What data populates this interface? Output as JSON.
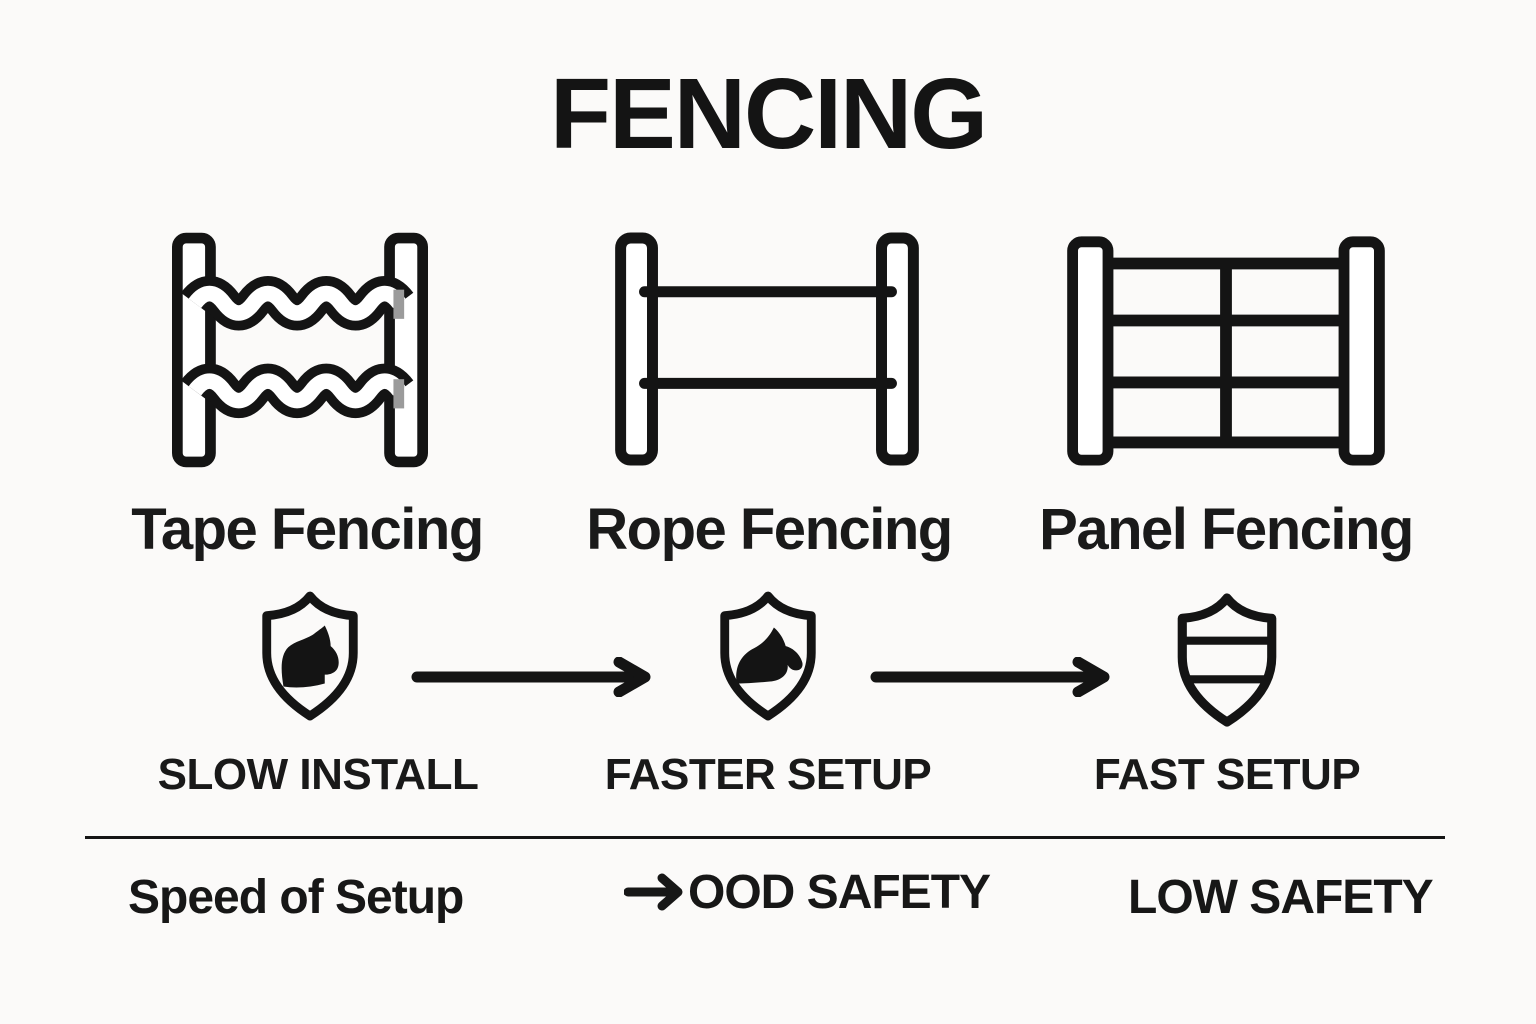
{
  "title": "FENCING",
  "colors": {
    "background": "#fbfaf9",
    "ink": "#141414",
    "tape_mark": "#9b9b9b"
  },
  "columns": [
    {
      "label": "Tape Fencing",
      "caption": "SLOW INSTALL",
      "fence_icon": "tape-fence-icon",
      "shield_icon": "shield-horse-icon"
    },
    {
      "label": "Rope Fencing",
      "caption": "FASTER SETUP",
      "fence_icon": "rope-fence-icon",
      "shield_icon": "shield-horse-head-icon"
    },
    {
      "label": "Panel Fencing",
      "caption": "FAST SETUP",
      "fence_icon": "panel-fence-icon",
      "shield_icon": "shield-stripes-icon"
    }
  ],
  "arrows": {
    "between_1_2": "right-arrow-icon",
    "between_2_3": "right-arrow-icon"
  },
  "footer": {
    "left_label": "Speed of Setup",
    "middle_arrow": "right-arrow-icon",
    "middle_label": "OOD SAFETY",
    "right_label": "LOW SAFETY"
  }
}
